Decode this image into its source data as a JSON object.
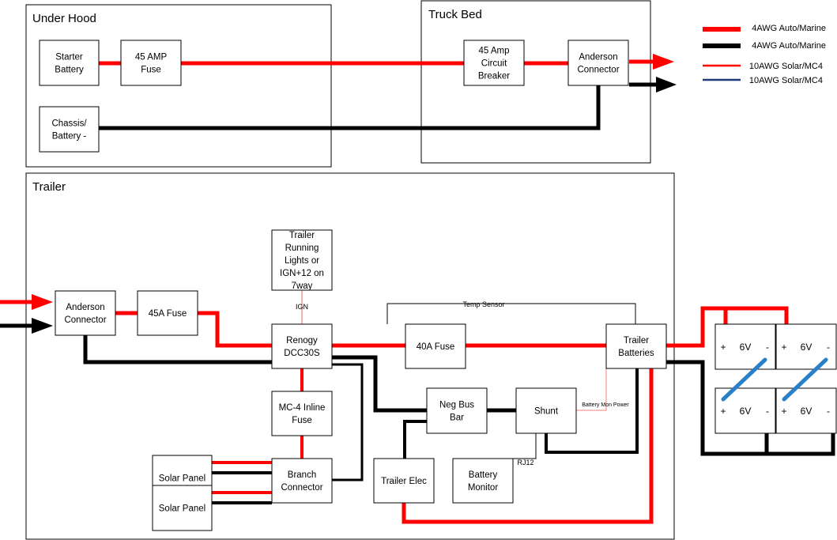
{
  "sections": {
    "under_hood": "Under Hood",
    "truck_bed": "Truck Bed",
    "trailer": "Trailer"
  },
  "legend": [
    {
      "label": "4AWG Auto/Marine",
      "color": "#ff0000"
    },
    {
      "label": "4AWG Auto/Marine",
      "color": "#000000"
    },
    {
      "label": "10AWG Solar/MC4",
      "color": "#ff0000"
    },
    {
      "label": "10AWG Solar/MC4",
      "color": "#1f3a78"
    }
  ],
  "components": {
    "starter_battery": [
      "Starter",
      "Battery"
    ],
    "hood_fuse": [
      "45 AMP",
      "Fuse"
    ],
    "chassis": [
      "Chassis/",
      "Battery -"
    ],
    "circuit_breaker": [
      "45 Amp",
      "Circuit",
      "Breaker"
    ],
    "truck_anderson": [
      "Anderson",
      "Connector"
    ],
    "trailer_anderson": [
      "Anderson",
      "Connector"
    ],
    "trailer_fuse_45": [
      "45A Fuse"
    ],
    "running_lights": [
      "Trailer",
      "Running",
      "Lights or",
      "IGN+12 on",
      "7way"
    ],
    "renogy": [
      "Renogy",
      "DCC30S"
    ],
    "fuse_40": [
      "40A Fuse"
    ],
    "trailer_batteries": [
      "Trailer",
      "Batteries"
    ],
    "mc4_fuse": [
      "MC-4 Inline",
      "Fuse"
    ],
    "neg_bus": [
      "Neg Bus",
      "Bar"
    ],
    "shunt": [
      "Shunt"
    ],
    "solar_panel_1": [
      "Solar Panel"
    ],
    "solar_panel_2": [
      "Solar Panel"
    ],
    "branch_connector": [
      "Branch",
      "Connector"
    ],
    "trailer_elec": [
      "Trailer Elec"
    ],
    "battery_monitor": [
      "Battery",
      "Monitor"
    ]
  },
  "wire_labels": {
    "ign": "IGN",
    "temp_sensor": "Temp Sensor",
    "battery_mon_power": "Battery Mon Power",
    "rj12": "RJ12"
  },
  "batteries": [
    {
      "plus": "+",
      "voltage": "6V",
      "minus": "-"
    },
    {
      "plus": "+",
      "voltage": "6V",
      "minus": "-"
    },
    {
      "plus": "+",
      "voltage": "6V",
      "minus": "-"
    },
    {
      "plus": "+",
      "voltage": "6V",
      "minus": "-"
    }
  ],
  "colors": {
    "positive_4awg": "#ff0000",
    "negative_4awg": "#000000",
    "solar_positive": "#ff0000",
    "solar_negative": "#1f3a78",
    "battery_jumper": "#2a7fc9",
    "signal_wire": "#f08080"
  }
}
